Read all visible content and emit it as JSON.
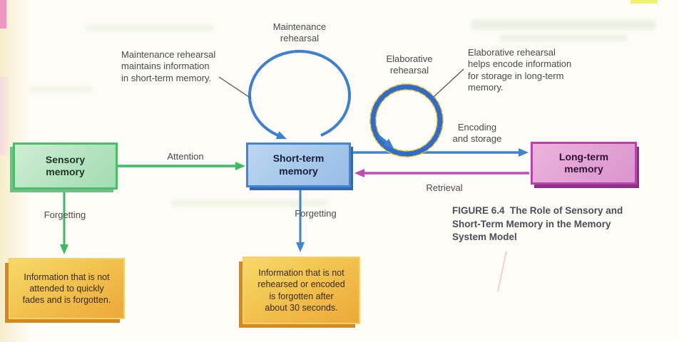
{
  "page": {
    "background": "#fdfcf6"
  },
  "caption": "FIGURE 6.4  The Role of Sensory and\nShort-Term Memory in the Memory\nSystem Model",
  "stores": {
    "sensory": {
      "label": "Sensory\nmemory",
      "fill": "#b5e3c0",
      "border": "#49bd68"
    },
    "short_term": {
      "label": "Short-term\nmemory",
      "fill": "#a6c8eb",
      "border": "#4285d2"
    },
    "long_term": {
      "label": "Long-term\nmemory",
      "fill": "#e2a2d3",
      "border": "#bb42ad"
    }
  },
  "outcomes": {
    "sensory_forgetting": "Information that is not\nattended to quickly\nfades and is forgotten.",
    "short_term_forgetting": "Information that is not\nrehearsed or encoded\nis forgotten after\nabout 30 seconds.",
    "fill": "#f2c34f",
    "shadow": "#d4891e"
  },
  "arrows": {
    "attention": {
      "label": "Attention",
      "color": "#3bbb62"
    },
    "encoding": {
      "label": "Encoding\nand storage",
      "color": "#3f82d6"
    },
    "retrieval": {
      "label": "Retrieval",
      "color": "#c24cb6"
    },
    "forgetting_sensory": {
      "label": "Forgetting",
      "color": "#3bbb62"
    },
    "forgetting_short": {
      "label": "Forgetting",
      "color": "#3f82d6"
    }
  },
  "annotations": {
    "maintenance_label": "Maintenance\nrehearsal",
    "maintenance_note": "Maintenance rehearsal\nmaintains information\nin short-term memory.",
    "elaborative_label": "Elaborative\nrehearsal",
    "elaborative_note": "Elaborative rehearsal\nhelps encode information\nfor storage in long-term\nmemory.",
    "loop_color": "#3d7fd0",
    "rope_blue": "#2f6cce",
    "rope_yellow": "#f0c733",
    "connector_color": "#58585c"
  }
}
